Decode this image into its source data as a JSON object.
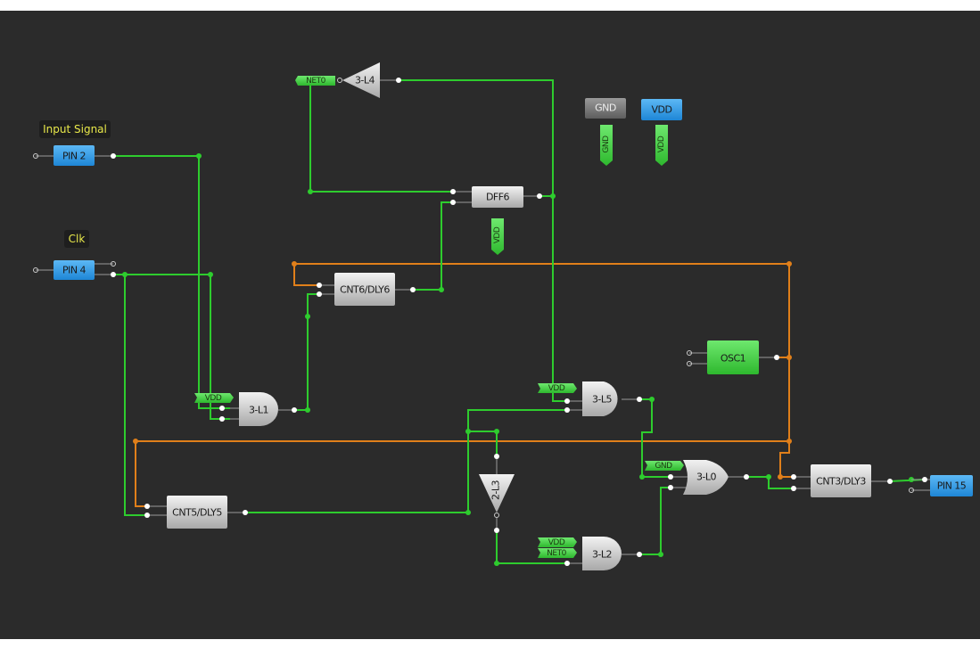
{
  "labels": {
    "input_signal": "Input Signal",
    "clk": "Clk"
  },
  "blocks": {
    "pin2": "PIN 2",
    "pin4": "PIN 4",
    "pin15": "PIN 15",
    "gnd": "GND",
    "vdd": "VDD",
    "dff6": "DFF6",
    "cnt6": "CNT6/DLY6",
    "cnt5": "CNT5/DLY5",
    "cnt3": "CNT3/DLY3",
    "osc1": "OSC1",
    "l4": "3-L4",
    "l1": "3-L1",
    "l5": "3-L5",
    "l3": "2-L3",
    "l2": "3-L2",
    "l0": "3-L0"
  },
  "tags": {
    "net0": "NET0",
    "vdd": "VDD",
    "gnd": "GND"
  },
  "colors": {
    "background": "#2b2b2b",
    "wire_green": "#2ecc2e",
    "wire_orange": "#e07f1a",
    "pin_blue": "#2f9be6",
    "osc_green": "#3ccf3c"
  }
}
